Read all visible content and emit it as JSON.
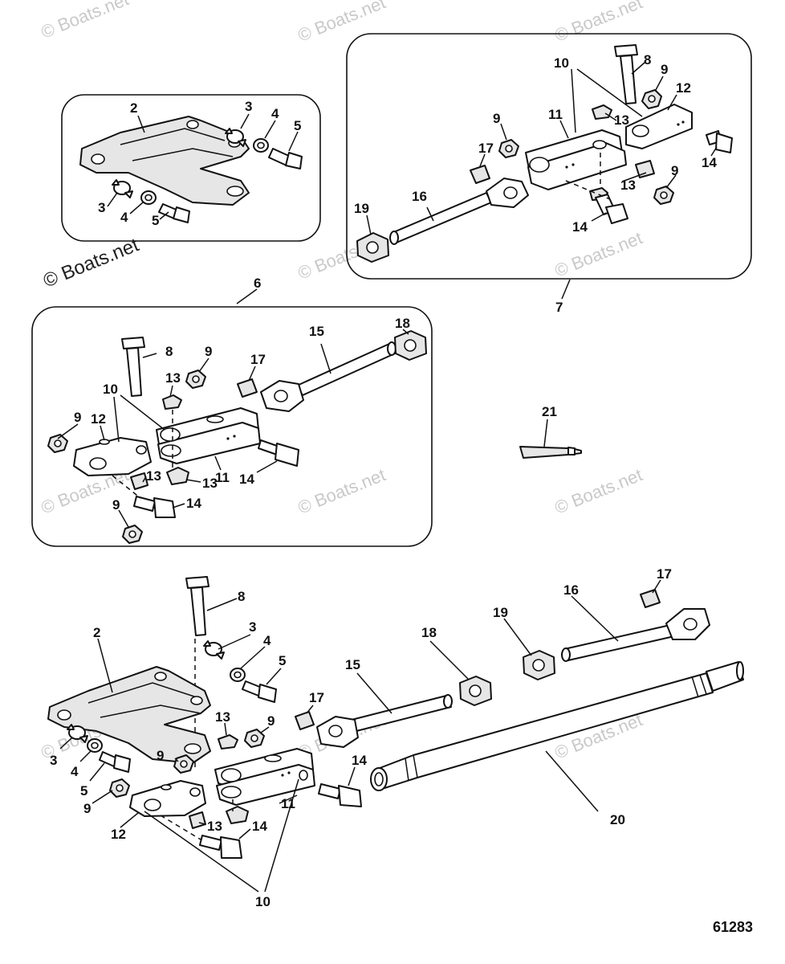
{
  "diagram": {
    "drawing_number": "61283",
    "watermark": "© Boats.net",
    "callouts": {
      "b1_2": "2",
      "b1_3a": "3",
      "b1_4a": "4",
      "b1_5a": "5",
      "b1_3b": "3",
      "b1_4b": "4",
      "b1_5b": "5",
      "b2_8": "8",
      "b2_9a": "9",
      "b2_12": "12",
      "b2_10": "10",
      "b2_11": "11",
      "b2_13a": "13",
      "b2_9b": "9",
      "b2_17": "17",
      "b2_13b": "13",
      "b2_14a": "14",
      "b2_9c": "9",
      "b2_19": "19",
      "b2_16": "16",
      "b2_14b": "14",
      "b2_7": "7",
      "b3_6": "6",
      "b3_8": "8",
      "b3_13a": "13",
      "b3_9a": "9",
      "b3_17": "17",
      "b3_15": "15",
      "b3_18": "18",
      "b3_10": "10",
      "b3_9b": "9",
      "b3_12": "12",
      "b3_11": "11",
      "b3_13b": "13",
      "b3_13c": "13",
      "b3_14a": "14",
      "b3_14b": "14",
      "b3_9c": "9",
      "p21": "21",
      "m_8": "8",
      "m_2": "2",
      "m_3a": "3",
      "m_4a": "4",
      "m_5a": "5",
      "m_17a": "17",
      "m_16": "16",
      "m_19": "19",
      "m_18": "18",
      "m_15": "15",
      "m_17b": "17",
      "m_13": "13",
      "m_9a": "9",
      "m_3b": "3",
      "m_4b": "4",
      "m_5b": "5",
      "m_9b": "9",
      "m_9c": "9",
      "m_14a": "14",
      "m_11": "11",
      "m_12": "12",
      "m_13b": "13",
      "m_14b": "14",
      "m_20": "20",
      "m_10": "10"
    }
  }
}
